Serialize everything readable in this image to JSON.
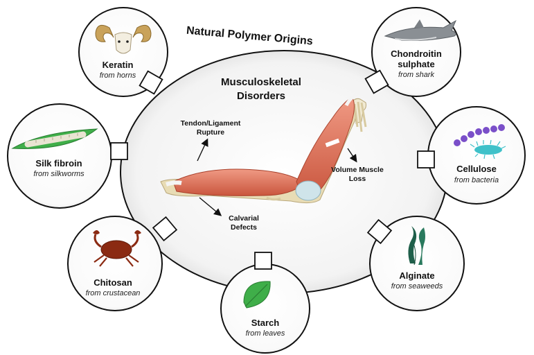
{
  "title": "Natural Polymer Origins",
  "center": {
    "title_line1": "Musculoskeletal",
    "title_line2": "Disorders",
    "annotations": {
      "tendon_line1": "Tendon/Ligament",
      "tendon_line2": "Rupture",
      "volume_line1": "Volume Muscle",
      "volume_line2": "Loss",
      "calvarial_line1": "Calvarial",
      "calvarial_line2": "Defects"
    }
  },
  "sources": {
    "keratin": {
      "name": "Keratin",
      "origin": "from horns",
      "icon": "ram-head-icon"
    },
    "chondroitin": {
      "name_line1": "Chondroitin",
      "name_line2": "sulphate",
      "origin": "from shark",
      "icon": "shark-icon"
    },
    "silk": {
      "name": "Silk fibroin",
      "origin": "from silkworms",
      "icon": "silkworm-icon"
    },
    "cellulose": {
      "name": "Cellulose",
      "origin": "from bacteria",
      "icon": "bacteria-icon"
    },
    "chitosan": {
      "name": "Chitosan",
      "origin": "from crustacean",
      "icon": "crab-icon"
    },
    "alginate": {
      "name": "Alginate",
      "origin": "from seaweeds",
      "icon": "seaweed-icon"
    },
    "starch": {
      "name": "Starch",
      "origin": "from leaves",
      "icon": "leaf-icon"
    }
  },
  "colors": {
    "muscle": "#e07a5f",
    "bone": "#e8dcb5",
    "leaf": "#3fae49",
    "seaweed": "#1f5f4a",
    "crab": "#8b2a12",
    "bacteria_purple": "#7a4fc9",
    "bacteria_cyan": "#3fc1c9"
  }
}
